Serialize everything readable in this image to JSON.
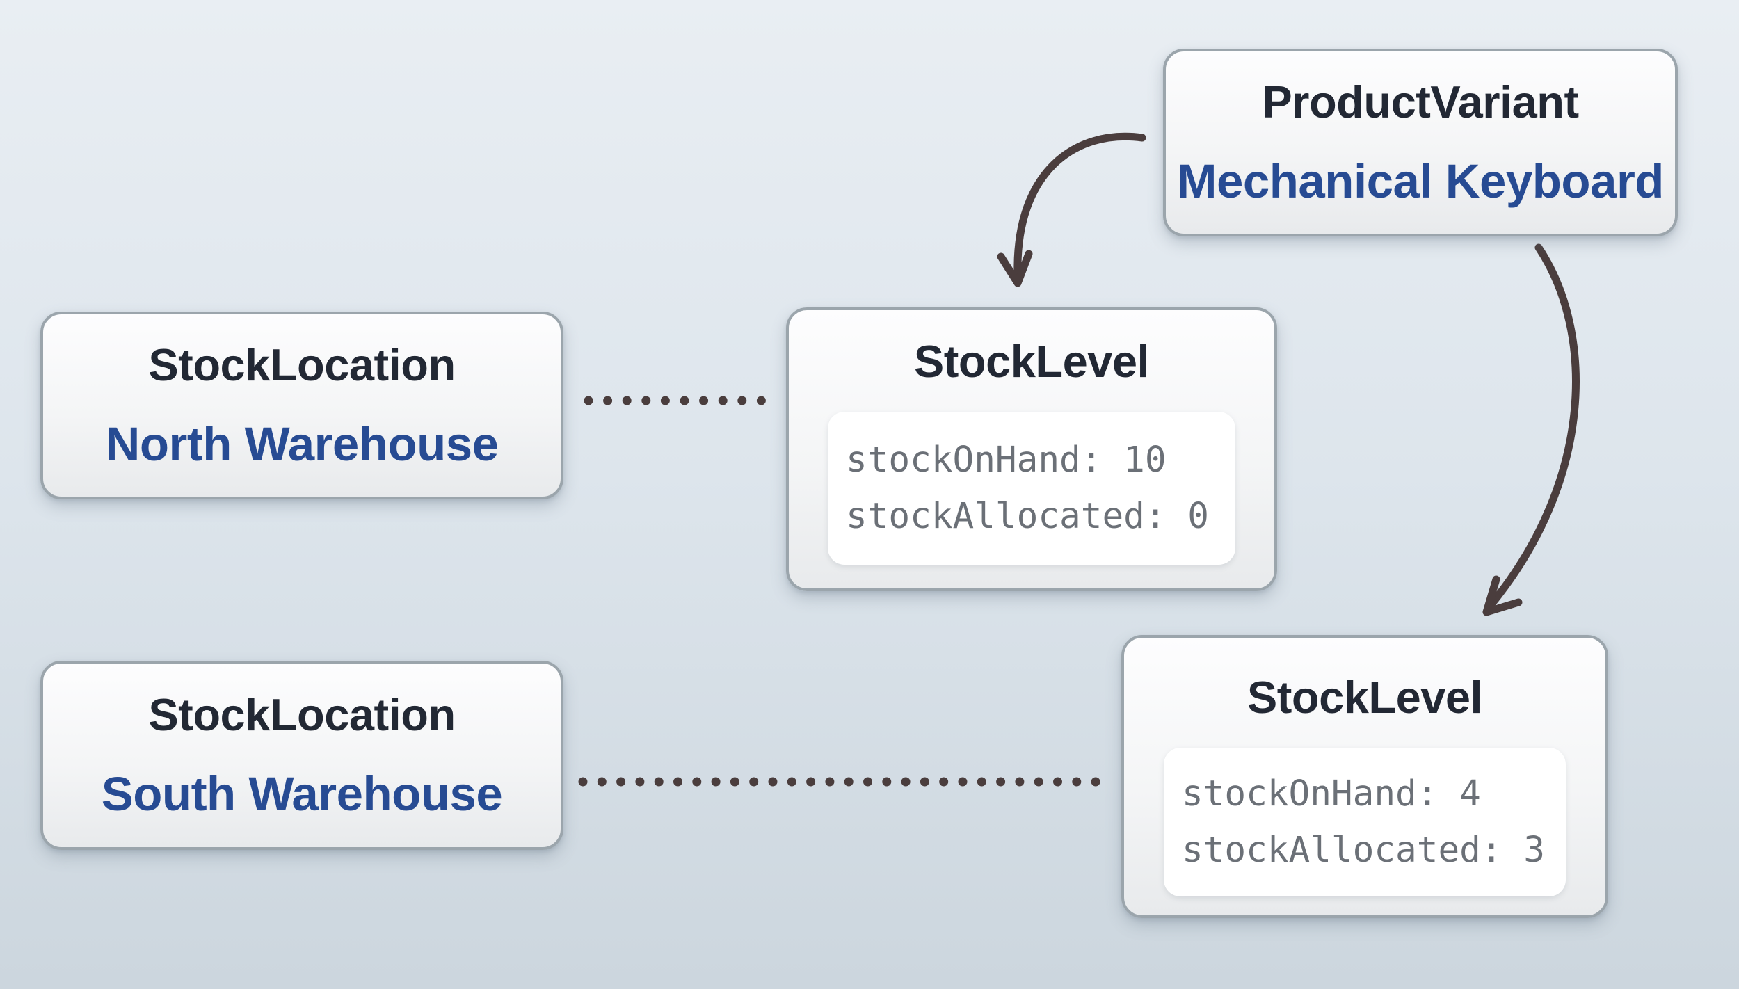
{
  "diagram_title": "",
  "colors": {
    "background_top": "#e9eef3",
    "background_bottom": "#ccd6de",
    "entity_title_color": "#222834",
    "accent_blue": "#274b93",
    "code_text_color": "#6b7077",
    "connector_color": "#4a3d3d",
    "node_border_color": "#9ba5ac",
    "node_fill_top": "#fdfdfe",
    "node_fill_bottom": "#e8eaec",
    "code_panel_bg": "#ffffff"
  },
  "nodes": {
    "product_variant": {
      "entity": "ProductVariant",
      "instance": "Mechanical Keyboard"
    },
    "stock_location_north": {
      "entity": "StockLocation",
      "instance": "North Warehouse"
    },
    "stock_location_south": {
      "entity": "StockLocation",
      "instance": "South Warehouse"
    },
    "stock_level_north": {
      "entity": "StockLevel",
      "fields": [
        "stockOnHand: 10",
        "stockAllocated: 0"
      ]
    },
    "stock_level_south": {
      "entity": "StockLevel",
      "fields": [
        "stockOnHand: 4",
        "stockAllocated: 3"
      ]
    }
  },
  "edges": [
    {
      "from": "product_variant",
      "to": "stock_level_north",
      "style": "curved-arrow"
    },
    {
      "from": "product_variant",
      "to": "stock_level_south",
      "style": "curved-arrow"
    },
    {
      "from": "stock_location_north",
      "to": "stock_level_north",
      "style": "dotted-line"
    },
    {
      "from": "stock_location_south",
      "to": "stock_level_south",
      "style": "dotted-line"
    }
  ]
}
